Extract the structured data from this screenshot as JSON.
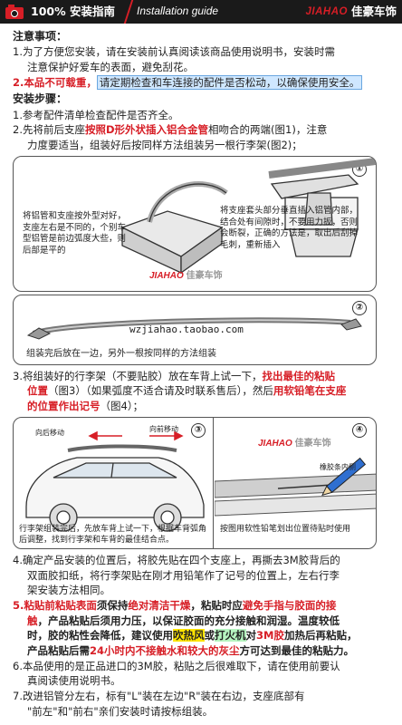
{
  "header": {
    "title_cn": "100% 安装指南",
    "title_en": "Installation guide",
    "brand": "JIAHAO",
    "brand_cn": "佳豪车饰"
  },
  "notes": {
    "heading": "注意事项：",
    "n1a": "1.为了方便您安装，请在安装前认真阅读该商品使用说明书，安装时需",
    "n1b": "注意保护好爱车的表面，避免刮花。",
    "n2_red": "2.本品不可载重，",
    "n2_box": "请定期检查和车连接的配件是否松动，以确保使用安全。"
  },
  "steps": {
    "heading": "安装步骤：",
    "s1": "1.参考配件清单检查配件是否齐全。",
    "s2a_pre": "2.先将前后支座",
    "s2a_red": "按照D形外状插入铝合金管",
    "s2a_post": "相吻合的两端(图1)，注意",
    "s2b": "力度要适当，组装好后按同样方法组装另一根行李架(图2)；"
  },
  "fig1": {
    "num": "①",
    "left_note": "将铝管和支座按外型对好，支座左右是不同的，个别车型铝管是前边弧度大些，则后部是平的",
    "right_note": "将支座套头部分垂直插入铝管内部，结合处有间隙时，不要用力扳，否则会断裂，正确的方法是，取出后刮掉毛刺，重新插入"
  },
  "fig2": {
    "num": "②",
    "url": "wzjiahao.taobao.com",
    "caption": "组装完后放在一边，另外一根按同样的方法组装"
  },
  "step3": {
    "a_pre": "3.将组装好的行李架（不要贴胶）放在车背上试一下，",
    "a_red": "找出最佳的粘贴",
    "b_red": "位置",
    "b_post": "（图3）（如果弧度不适合请及时联系售后），然后",
    "b_red2": "用软铅笔在支座",
    "c_red": "的位置作出记号",
    "c_post": "（图4）；"
  },
  "fig3": {
    "num": "③",
    "arrow_top": "向后移动",
    "arrow_bottom": "向前移动",
    "caption": "行李架组装完后，先放车背上试一下，根据车背弧角后调整，找到行李架和车背的最佳结合点。"
  },
  "fig4": {
    "num": "④",
    "label": "橡胶条内侧",
    "caption": "按图用软性铅笔划出位置待贴时使用"
  },
  "step4": {
    "a": "4.确定产品安装的位置后，将胶先贴在四个支座上，再撕去3M胶背后的",
    "b": "双面胶扣纸，将行李架贴在刚才用铅笔作了记号的位置上，左右行李",
    "c": "架安装方法相同。"
  },
  "step5": {
    "a_red1": "5.粘贴前粘贴表面",
    "a_mid": "须保持",
    "a_red2": "绝对清洁干燥",
    "a_mid2": "，粘贴时应",
    "a_red3": "避免手指与胶面的接",
    "b_red": "触",
    "b_post": "，产品粘贴后须用力压，以保证胶面的充分接触和润湿。温度较低",
    "c_pre": "时，胶的粘性会降低，建议使用",
    "c_y": "吹热风",
    "c_mid": "或",
    "c_g": "打火机",
    "c_mid2": "对",
    "c_red": "3M胶",
    "c_post": "加热后再粘贴，",
    "d_pre": "产品粘贴后需",
    "d_red": "24小时内不接触水和较大的灰尘",
    "d_post": "方可达到最佳的粘贴力。"
  },
  "step6": {
    "a": "6.本品使用的是正品进口的3M胶，粘贴之后很难取下，请在使用前要认",
    "b": "真阅读使用说明书。"
  },
  "step7": {
    "a": "7.改进铝管分左右，标有\"L\"装在左边\"R\"装在右边，支座底部有",
    "b": "\"前左\"和\"前右\"亲们安装时请按标组装。"
  },
  "colors": {
    "accent": "#d71e26",
    "header_bg": "#1a1a1a",
    "box_highlight": "#cfe7ff",
    "yellow": "#ffe500",
    "green": "#b6f5c0"
  }
}
